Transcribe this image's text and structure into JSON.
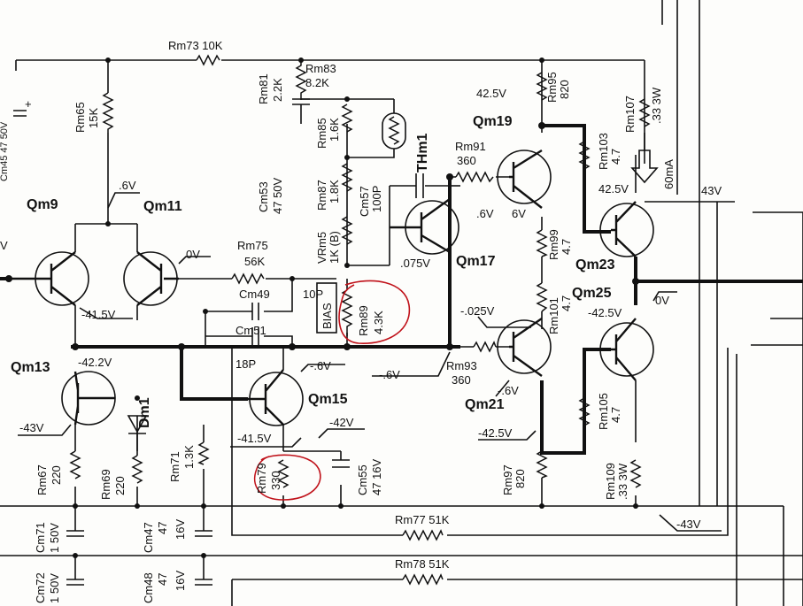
{
  "transistors": {
    "qm9": "Qm9",
    "qm11": "Qm11",
    "qm13": "Qm13",
    "qm15": "Qm15",
    "qm17": "Qm17",
    "qm19": "Qm19",
    "qm21": "Qm21",
    "qm23": "Qm23",
    "qm25": "Qm25"
  },
  "components": {
    "rm73": "Rm73 10K",
    "rm65": [
      "Rm65",
      "15K"
    ],
    "rm81": [
      "Rm81",
      "2.2K"
    ],
    "rm83": [
      "Rm83",
      "8.2K"
    ],
    "rm85": [
      "Rm85",
      "1.6K"
    ],
    "rm87": [
      "Rm87",
      "1.8K"
    ],
    "vrm5": [
      "VRm5",
      "1K (B)"
    ],
    "cm53": [
      "Cm53",
      "47 50V"
    ],
    "cm57": [
      "Cm57",
      "100P"
    ],
    "thm1": "THm1",
    "rm75": [
      "Rm75",
      "56K"
    ],
    "cm49": "Cm49",
    "cm49v": "10P",
    "cm51": "Cm51",
    "cm51v": "18P",
    "bias": "BIAS",
    "rm89": [
      "Rm89",
      "4.3K"
    ],
    "rm91": [
      "Rm91",
      "360"
    ],
    "rm93": [
      "Rm93",
      "360"
    ],
    "rm95": [
      "Rm95",
      "820"
    ],
    "rm99": [
      "Rm99",
      "4.7"
    ],
    "rm101": [
      "Rm101",
      "4.7"
    ],
    "rm103": [
      "Rm103",
      "4.7"
    ],
    "rm105": [
      "Rm105",
      "4.7"
    ],
    "rm107": [
      "Rm107",
      ".33 3W"
    ],
    "rm109": [
      "Rm109",
      ".33 3W"
    ],
    "rm97": [
      "Rm97",
      "820"
    ],
    "rm79": [
      "Rm79",
      "330"
    ],
    "cm55": [
      "Cm55",
      "47 16V"
    ],
    "dm1": "Dm1",
    "rm67": [
      "Rm67",
      "220"
    ],
    "rm69": [
      "Rm69",
      "220"
    ],
    "rm71": [
      "Rm71",
      "1.3K"
    ],
    "cm71": [
      "Cm71",
      "1 50V"
    ],
    "cm47": [
      "Cm47",
      "47",
      "16V"
    ],
    "cm72": [
      "Cm72",
      "1 50V"
    ],
    "cm48": [
      "Cm48",
      "47",
      "16V"
    ],
    "rm77": "Rm77 51K",
    "rm78": "Rm78 51K",
    "cm_edge": "Cm45 47 50V"
  },
  "voltages": {
    "v_qm11": ".6V",
    "v_0v_a": "0V",
    "v_q9e": "-41.5V",
    "v_q13": "-42.2V",
    "v_m43": "-43V",
    "v_m6_q15": "-.6V",
    "v_m6_b": "-.6V",
    "v_m415": "-41.5V",
    "v_m42": "-42V",
    "v_425": "42.5V",
    "v_6a": ".6V",
    "v_6b": "6V",
    "v_075": ".075V",
    "v_425b": "42.5V",
    "v_60ma": "60mA",
    "v_43": "43V",
    "v_0v_b": "0V",
    "v_m025": "-.025V",
    "v_m425": "-42.5V",
    "v_m6c": "-.6V",
    "v_m425b": "-42.5V",
    "v_m43b": "-43V",
    "v_left": "V"
  },
  "highlight": {
    "color": "#c0121a"
  }
}
